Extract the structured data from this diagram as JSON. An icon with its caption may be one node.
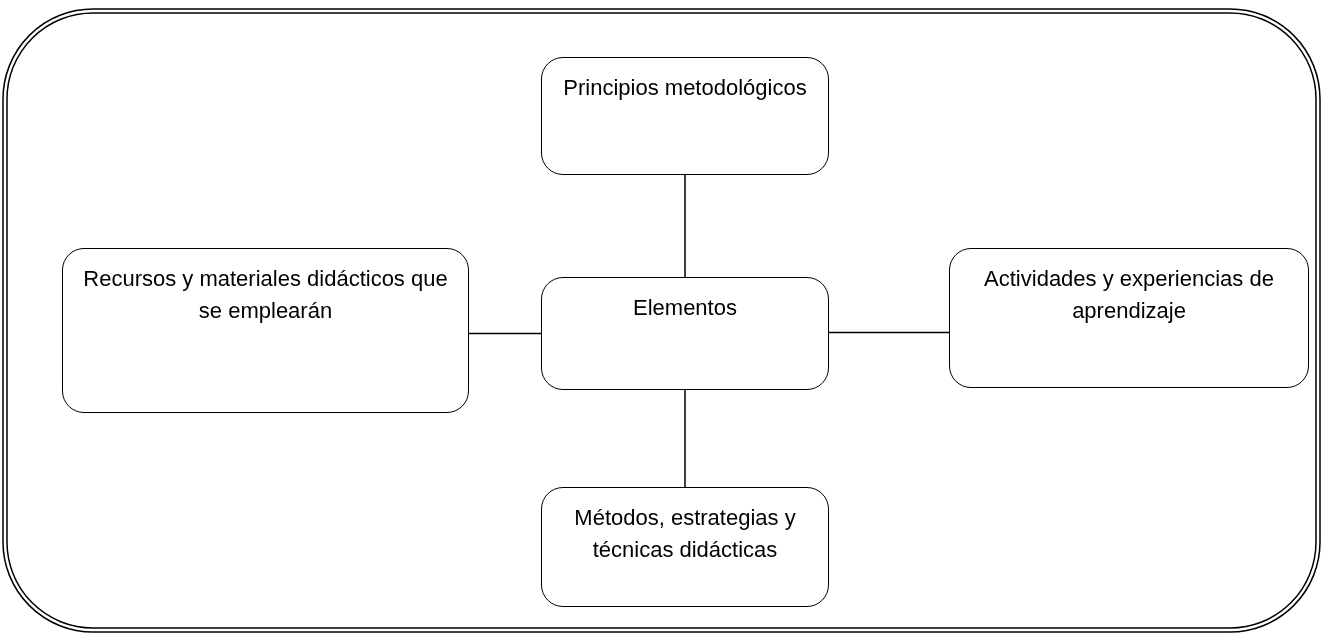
{
  "diagram": {
    "nodes": [
      {
        "text": [
          "Principios metodológicos"
        ]
      },
      {
        "text": [
          "Recursos y materiales didácticos que se emplearán"
        ]
      },
      {
        "text": [
          "Elementos"
        ]
      },
      {
        "text": [
          "Actividades y experiencias de aprendizaje"
        ]
      },
      {
        "text": [
          "Métodos, estrategias y técnicas didácticas"
        ]
      }
    ],
    "edges": [
      {
        "from": 2,
        "to": 0,
        "arrow": "none"
      },
      {
        "from": 2,
        "to": 1,
        "arrow": "none"
      },
      {
        "from": 2,
        "to": 3,
        "arrow": "none"
      },
      {
        "from": 2,
        "to": 4,
        "arrow": "none"
      }
    ]
  }
}
